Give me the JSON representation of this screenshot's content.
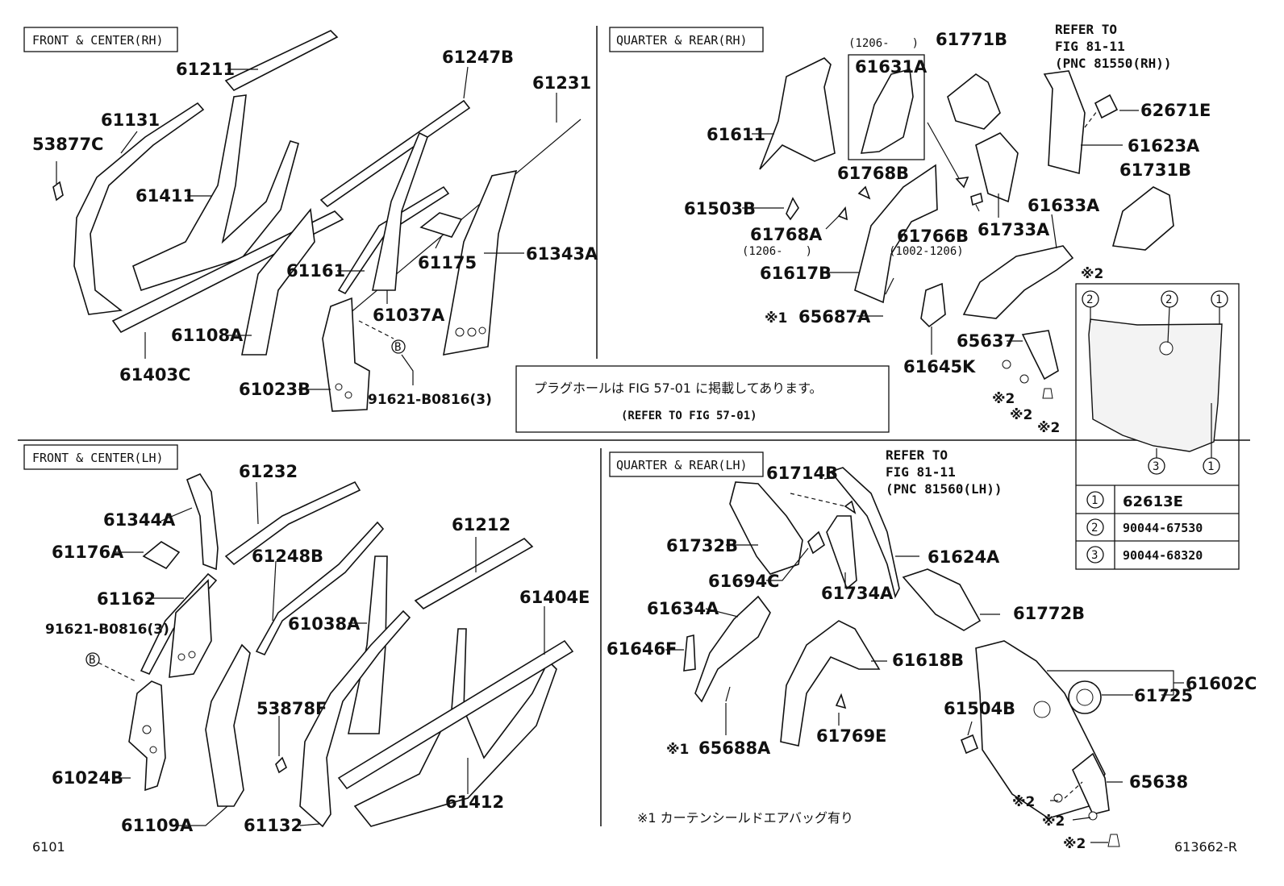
{
  "sections": {
    "front_rh": "FRONT & CENTER(RH)",
    "quarter_rh": "QUARTER & REAR(RH)",
    "front_lh": "FRONT & CENTER(LH)",
    "quarter_lh": "QUARTER & REAR(LH)"
  },
  "labels": {
    "p61211": "61211",
    "p61131": "61131",
    "p53877C": "53877C",
    "p61411": "61411",
    "p61247B": "61247B",
    "p61231": "61231",
    "p61161": "61161",
    "p61175": "61175",
    "p61343A": "61343A",
    "p61108A": "61108A",
    "p61403C": "61403C",
    "p61037A": "61037A",
    "p61023B": "61023B",
    "p91621a": "91621-B0816(3)",
    "p61611": "61611",
    "p61631A": "61631A",
    "p61771B": "61771B",
    "p62671E": "62671E",
    "p61623A": "61623A",
    "p61731B": "61731B",
    "p61768B": "61768B",
    "p61503B": "61503B",
    "p61768A": "61768A",
    "p61766B": "61766B",
    "p61733A": "61733A",
    "p61633A": "61633A",
    "p61617B": "61617B",
    "p65687A": "65687A",
    "p61645K": "61645K",
    "p65637": "65637",
    "p61232": "61232",
    "p61344A": "61344A",
    "p61176A": "61176A",
    "p61248B": "61248B",
    "p61212": "61212",
    "p61162": "61162",
    "p91621b": "91621-B0816(3)",
    "p61038A": "61038A",
    "p61404E": "61404E",
    "p53878F": "53878F",
    "p61024B": "61024B",
    "p61109A": "61109A",
    "p61132": "61132",
    "p61412": "61412",
    "p61714B": "61714B",
    "p61624A": "61624A",
    "p61732B": "61732B",
    "p61694C": "61694C",
    "p61734A": "61734A",
    "p61772B": "61772B",
    "p61634A": "61634A",
    "p61646F": "61646F",
    "p61618B": "61618B",
    "p61602C": "61602C",
    "p61725": "61725",
    "p61504B": "61504B",
    "p61769E": "61769E",
    "p65688A": "65688A",
    "p65638": "65638"
  },
  "dates": {
    "d1206a": "(1206-　　)",
    "d1206b": "(1206-　　)",
    "d1002": "(1002-1206)"
  },
  "refers": {
    "rh_line1": "REFER TO",
    "rh_line2": "FIG 81-11",
    "rh_line3": "(PNC 81550(RH))",
    "lh_line1": "REFER TO",
    "lh_line2": "FIG 81-11",
    "lh_line3": "(PNC 81560(LH))"
  },
  "marks": {
    "star1": "※1",
    "star2": "※2",
    "circle_b": "B",
    "c1": "1",
    "c2": "2",
    "c3": "3"
  },
  "notice": {
    "line1": "プラグホールは FIG 57-01 に掲載してあります。",
    "line2": "(REFER TO FIG 57-01)"
  },
  "legend": [
    {
      "mark": "1",
      "part": "62613E"
    },
    {
      "mark": "2",
      "part": "90044-67530"
    },
    {
      "mark": "3",
      "part": "90044-68320"
    }
  ],
  "footnote": "※1 カーテンシールドエアバッグ有り",
  "page_code": "6101",
  "fig_code": "613662-R"
}
